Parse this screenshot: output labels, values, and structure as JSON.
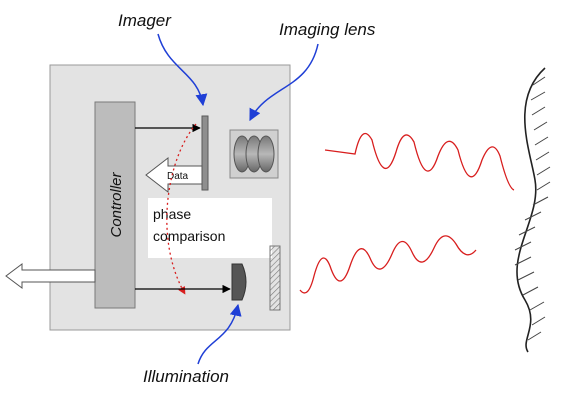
{
  "labels": {
    "imager": "Imager",
    "imaging_lens": "Imaging lens",
    "controller": "Controller",
    "data": "Data",
    "phase_line1": "phase",
    "phase_line2": "comparison",
    "illumination": "Illumination"
  },
  "colors": {
    "housing": "#e3e3e3",
    "controller": "#bcbcbc",
    "callout": "#1f3fd6",
    "signal_wave": "#d81e1e",
    "arrow": "#000000"
  }
}
